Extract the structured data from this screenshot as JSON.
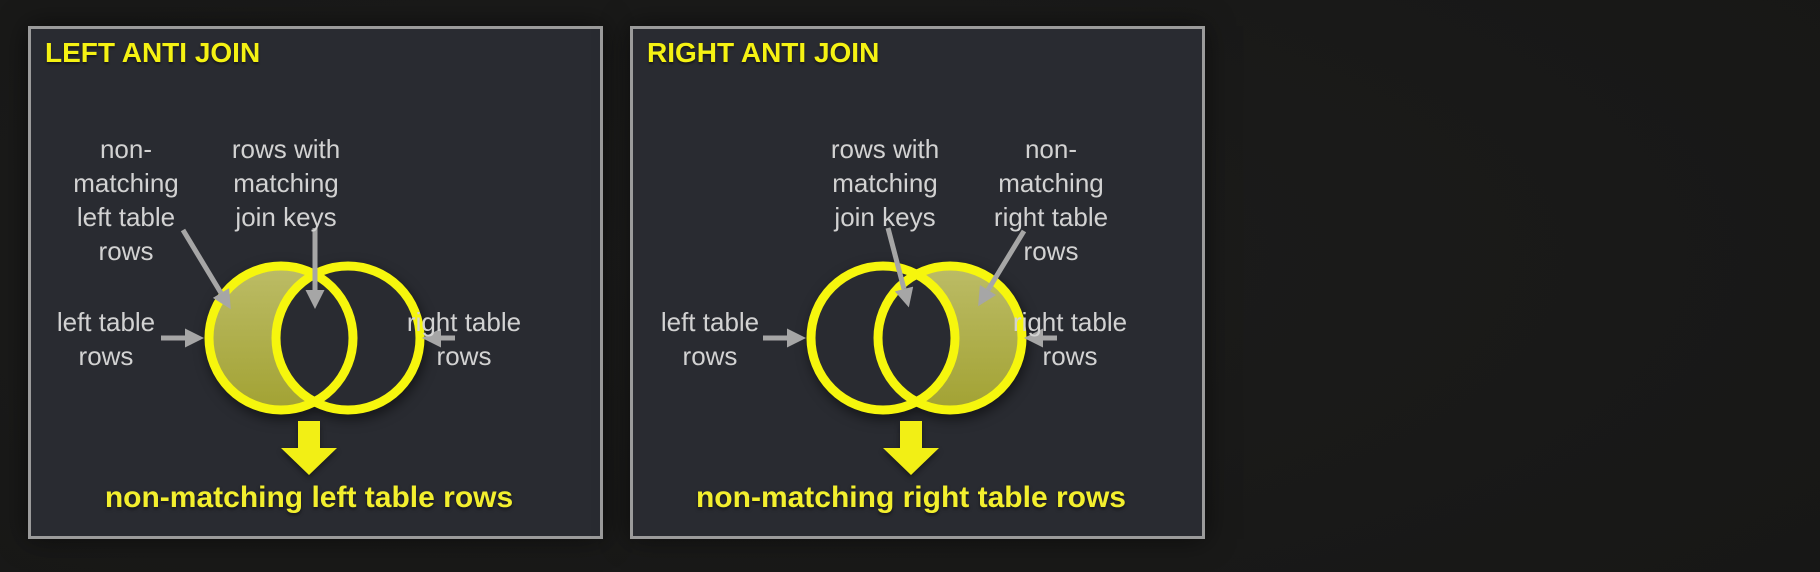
{
  "colors": {
    "outer_background": "#171716",
    "panel_background": "#292b31",
    "panel_border": "#9b9b9b",
    "accent_yellow": "#f5f213",
    "circle_stroke": "#f6f60d",
    "highlight_fill": "#a9a93d",
    "label_gray": "#d2d2d2",
    "connector_gray": "#a6a6a6"
  },
  "panels": [
    {
      "title": "LEFT ANTI JOIN",
      "highlighted_region": "left-crescent",
      "labels": {
        "non_matching": {
          "lines": [
            "non-",
            "matching",
            "left table",
            "rows"
          ]
        },
        "matching": {
          "lines": [
            "rows with",
            "matching",
            "join keys"
          ]
        },
        "left_table": {
          "lines": [
            "left table",
            "rows"
          ]
        },
        "right_table": {
          "lines": [
            "right table",
            "rows"
          ]
        }
      },
      "caption": "non-matching left table rows"
    },
    {
      "title": "RIGHT ANTI JOIN",
      "highlighted_region": "right-crescent",
      "labels": {
        "matching": {
          "lines": [
            "rows with",
            "matching",
            "join keys"
          ]
        },
        "non_matching": {
          "lines": [
            "non-",
            "matching",
            "right table",
            "rows"
          ]
        },
        "left_table": {
          "lines": [
            "left table",
            "rows"
          ]
        },
        "right_table": {
          "lines": [
            "right table",
            "rows"
          ]
        }
      },
      "caption": "non-matching right table rows"
    }
  ]
}
